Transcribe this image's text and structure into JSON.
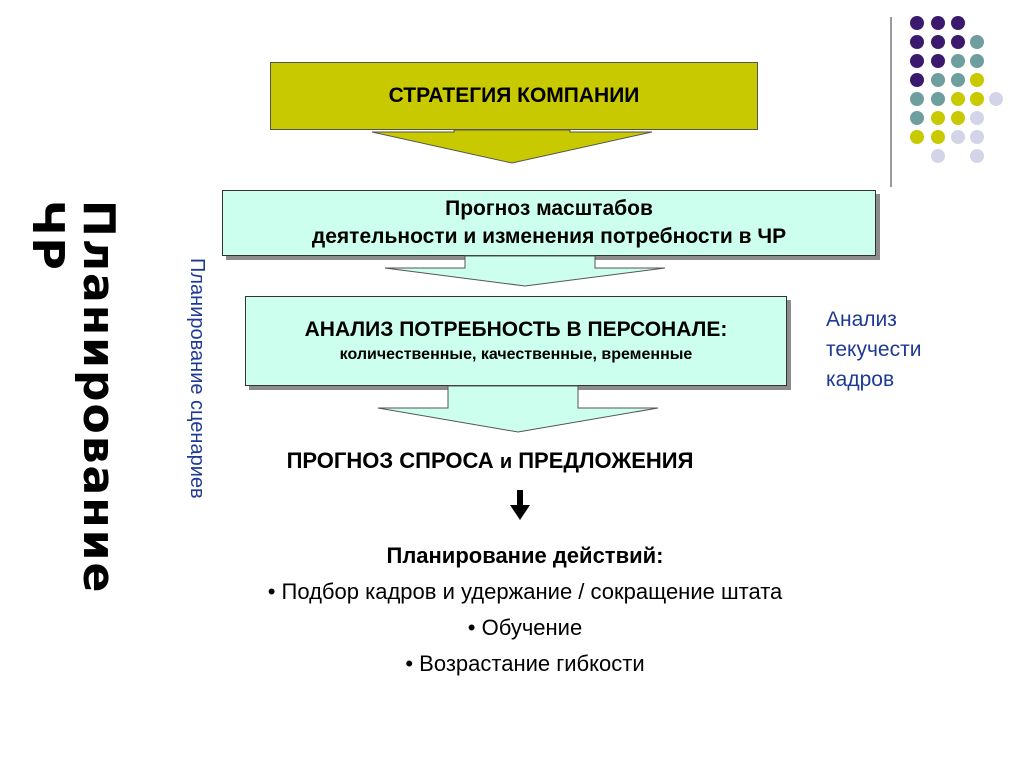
{
  "diagram": {
    "strategy": "СТРАТЕГИЯ КОМПАНИИ",
    "forecast_line1": "Прогноз масштабов",
    "forecast_line2": "деятельности и изменения потребности в ЧР",
    "analysis_title": "АНАЛИЗ ПОТРЕБНОСТЬ В ПЕРСОНАЛЕ:",
    "analysis_sub": "количественные, качественные, временные",
    "demand_part1": "ПРОГНОЗ СПРОСА",
    "demand_and": "и",
    "demand_part2": "ПРЕДЛОЖЕНИЯ",
    "actions_title": "Планирование действий:",
    "actions": [
      "• Подбор кадров и  удержание / сокращение штата",
      "• Обучение",
      "• Возрастание гибкости"
    ],
    "vertical_title": "Планирование ЧР",
    "vertical_scenario": "Планирование сценариев",
    "side_analysis": [
      "Анализ",
      "текучести",
      "кадров"
    ]
  },
  "colors": {
    "olive": "#c9c900",
    "mint": "#ccffee",
    "purple": "#3b1a6e",
    "teal": "#6f9e9e",
    "lavender": "#d4d4e8",
    "blue_text": "#1f3a93"
  }
}
